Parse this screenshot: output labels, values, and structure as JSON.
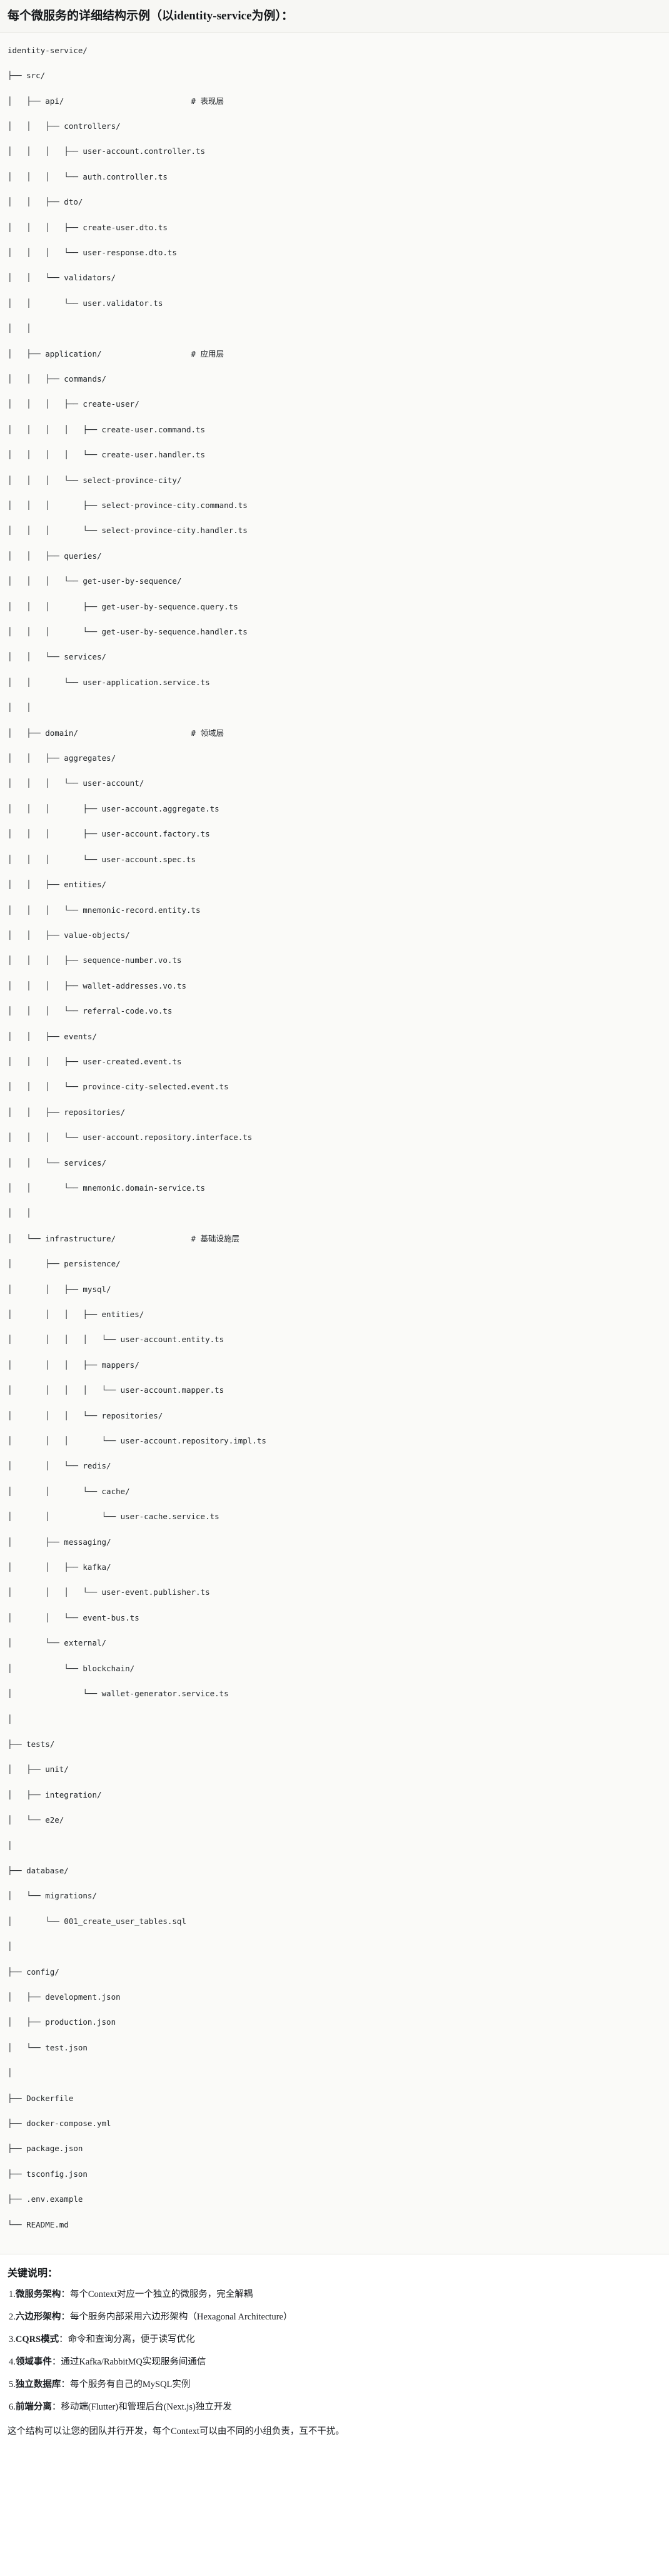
{
  "title": "每个微服务的详细结构示例（以identity-service为例）：",
  "tree": {
    "lines": [
      "identity-service/",
      "├── src/",
      "│   ├── api/                           # 表现层",
      "│   │   ├── controllers/",
      "│   │   │   ├── user-account.controller.ts",
      "│   │   │   └── auth.controller.ts",
      "│   │   ├── dto/",
      "│   │   │   ├── create-user.dto.ts",
      "│   │   │   └── user-response.dto.ts",
      "│   │   └── validators/",
      "│   │       └── user.validator.ts",
      "│   │",
      "│   ├── application/                   # 应用层",
      "│   │   ├── commands/",
      "│   │   │   ├── create-user/",
      "│   │   │   │   ├── create-user.command.ts",
      "│   │   │   │   └── create-user.handler.ts",
      "│   │   │   └── select-province-city/",
      "│   │   │       ├── select-province-city.command.ts",
      "│   │   │       └── select-province-city.handler.ts",
      "│   │   ├── queries/",
      "│   │   │   └── get-user-by-sequence/",
      "│   │   │       ├── get-user-by-sequence.query.ts",
      "│   │   │       └── get-user-by-sequence.handler.ts",
      "│   │   └── services/",
      "│   │       └── user-application.service.ts",
      "│   │",
      "│   ├── domain/                        # 领域层",
      "│   │   ├── aggregates/",
      "│   │   │   └── user-account/",
      "│   │   │       ├── user-account.aggregate.ts",
      "│   │   │       ├── user-account.factory.ts",
      "│   │   │       └── user-account.spec.ts",
      "│   │   ├── entities/",
      "│   │   │   └── mnemonic-record.entity.ts",
      "│   │   ├── value-objects/",
      "│   │   │   ├── sequence-number.vo.ts",
      "│   │   │   ├── wallet-addresses.vo.ts",
      "│   │   │   └── referral-code.vo.ts",
      "│   │   ├── events/",
      "│   │   │   ├── user-created.event.ts",
      "│   │   │   └── province-city-selected.event.ts",
      "│   │   ├── repositories/",
      "│   │   │   └── user-account.repository.interface.ts",
      "│   │   └── services/",
      "│   │       └── mnemonic.domain-service.ts",
      "│   │",
      "│   └── infrastructure/                # 基础设施层",
      "│       ├── persistence/",
      "│       │   ├── mysql/",
      "│       │   │   ├── entities/",
      "│       │   │   │   └── user-account.entity.ts",
      "│       │   │   ├── mappers/",
      "│       │   │   │   └── user-account.mapper.ts",
      "│       │   │   └── repositories/",
      "│       │   │       └── user-account.repository.impl.ts",
      "│       │   └── redis/",
      "│       │       └── cache/",
      "│       │           └── user-cache.service.ts",
      "│       ├── messaging/",
      "│       │   ├── kafka/",
      "│       │   │   └── user-event.publisher.ts",
      "│       │   └── event-bus.ts",
      "│       └── external/",
      "│           └── blockchain/",
      "│               └── wallet-generator.service.ts",
      "│",
      "├── tests/",
      "│   ├── unit/",
      "│   ├── integration/",
      "│   └── e2e/",
      "│",
      "├── database/",
      "│   └── migrations/",
      "│       └── 001_create_user_tables.sql",
      "│",
      "├── config/",
      "│   ├── development.json",
      "│   ├── production.json",
      "│   └── test.json",
      "│",
      "├── Dockerfile",
      "├── docker-compose.yml",
      "├── package.json",
      "├── tsconfig.json",
      "├── .env.example",
      "└── README.md"
    ]
  },
  "notes": {
    "heading": "关键说明：",
    "items": [
      {
        "num": "1.",
        "term": "微服务架构",
        "body": "：每个Context对应一个独立的微服务，完全解耦"
      },
      {
        "num": "2.",
        "term": "六边形架构",
        "body": "：每个服务内部采用六边形架构（Hexagonal Architecture）"
      },
      {
        "num": "3.",
        "term": "CQRS模式",
        "body": "：命令和查询分离，便于读写优化"
      },
      {
        "num": "4.",
        "term": "领域事件",
        "body": "：通过Kafka/RabbitMQ实现服务间通信"
      },
      {
        "num": "5.",
        "term": "独立数据库",
        "body": "：每个服务有自己的MySQL实例"
      },
      {
        "num": "6.",
        "term": "前端分离",
        "body": "：移动端(Flutter)和管理后台(Next.js)独立开发"
      }
    ],
    "closing": "这个结构可以让您的团队并行开发，每个Context可以由不同的小组负责，互不干扰。"
  },
  "colors": {
    "title_band_bg": "#f7f7f4",
    "tree_block_bg": "#fafaf8",
    "page_bg": "#ffffff",
    "text": "#1f2328",
    "rule": "#e3e3de"
  }
}
